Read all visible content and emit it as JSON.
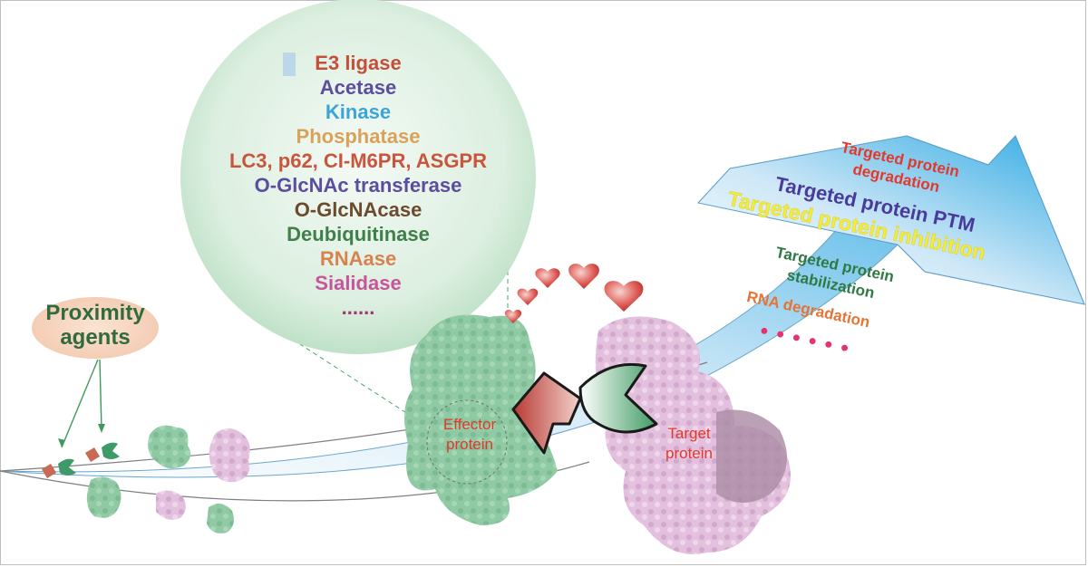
{
  "proximity": {
    "line1": "Proximity",
    "line2": "agents"
  },
  "enzymes": {
    "items": [
      {
        "text": "E3 ligase",
        "color": "#c4503a"
      },
      {
        "text": "Acetase",
        "color": "#5b4e9e"
      },
      {
        "text": "Kinase",
        "color": "#3aa6d8"
      },
      {
        "text": "Phosphatase",
        "color": "#d9a25a"
      },
      {
        "text": "LC3, p62, CI-M6PR, ASGPR",
        "color": "#c9553c"
      },
      {
        "text": "O-GlcNAc transferase",
        "color": "#5b4e9e"
      },
      {
        "text": "O-GlcNAcase",
        "color": "#6b4a2e"
      },
      {
        "text": "Deubiquitinase",
        "color": "#3f7f4a"
      },
      {
        "text": "RNAase",
        "color": "#d98250"
      },
      {
        "text": "Sialidase",
        "color": "#c8559a"
      },
      {
        "text": "......",
        "color": "#a2356e"
      }
    ]
  },
  "effector": {
    "line1": "Effector",
    "line2": "protein"
  },
  "target": {
    "line1": "Target",
    "line2": "protein"
  },
  "outcomes": {
    "degradation_line1": "Targeted protein",
    "degradation_line2": "degradation",
    "ptm": "Targeted protein PTM",
    "inhibition": "Targeted protein inhibition",
    "stabilization_line1": "Targeted protein",
    "stabilization_line2": "stabilization",
    "rna": "RNA degradation",
    "dots": "● ● ● ● ● ●"
  },
  "colors": {
    "degradation": "#e2392b",
    "ptm": "#4a3a9a",
    "inhibition": "#f3ec3c",
    "stabilization": "#2f7a44",
    "rna": "#e57436",
    "dots": "#e5336f",
    "label_red": "#e2392b",
    "label_green": "#2f6b3c",
    "effector_green": "#8cc8a2",
    "target_pink": "#e2bfdc"
  }
}
